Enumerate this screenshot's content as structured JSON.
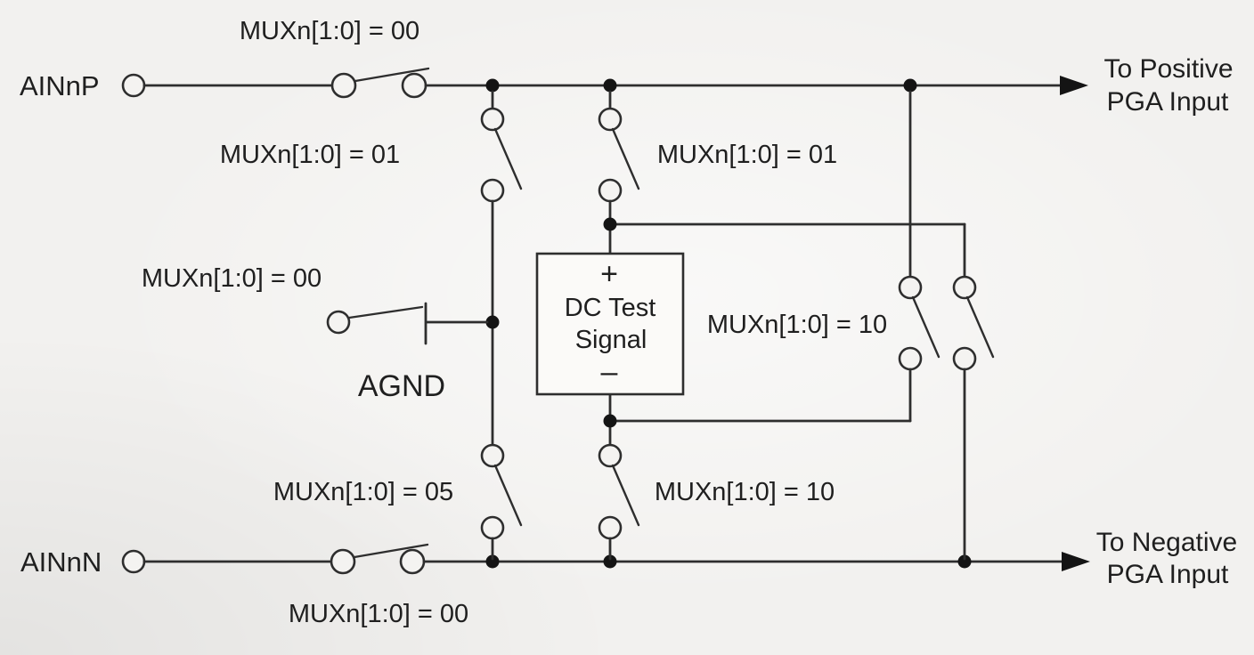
{
  "diagram": {
    "terminals": {
      "ainp": "AINnP",
      "ainn": "AINnN"
    },
    "outputs": {
      "positive_line1": "To Positive",
      "positive_line2": "PGA Input",
      "negative_line1": "To Negative",
      "negative_line2": "PGA Input"
    },
    "switch_labels": {
      "top": "MUXn[1:0] = 00",
      "left_upper": "MUXn[1:0] = 01",
      "right_upper": "MUXn[1:0] = 01",
      "agnd_switch": "MUXn[1:0] = 00",
      "agnd": "AGND",
      "test_right": "MUXn[1:0] = 10",
      "left_lower": "MUXn[1:0] = 05",
      "test_lower": "MUXn[1:0] = 10",
      "bottom": "MUXn[1:0] = 00"
    },
    "dc_test_box": {
      "plus": "+",
      "name_line1": "DC Test",
      "name_line2": "Signal",
      "minus": "–"
    },
    "colors": {
      "background": "#f2f1ef",
      "line": "#2e2e2e",
      "text": "#1f1f1f",
      "box_fill": "#fbfaf8"
    }
  }
}
